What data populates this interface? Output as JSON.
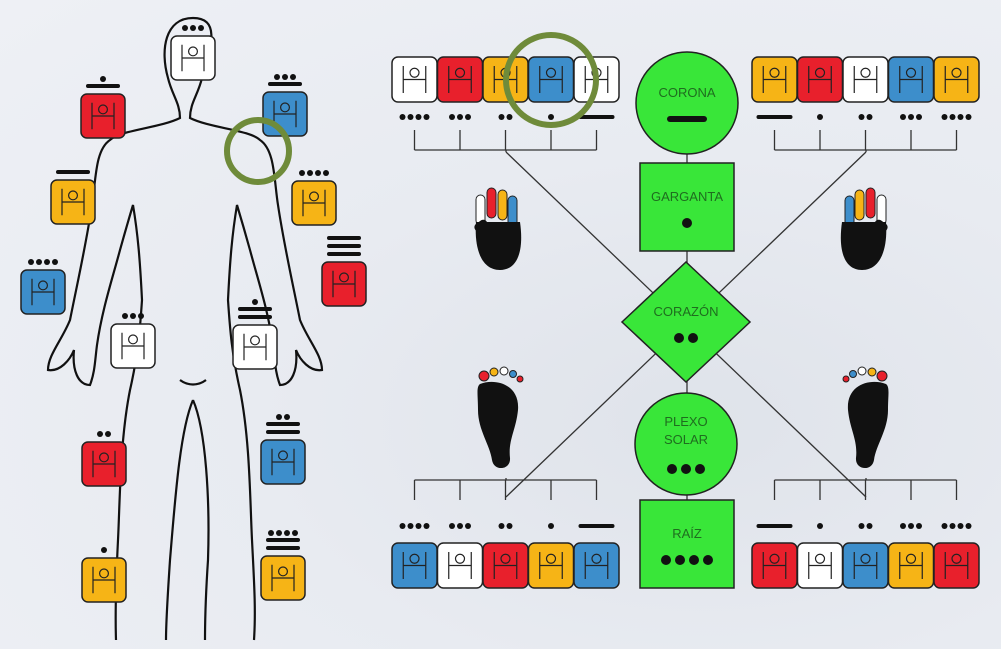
{
  "colors": {
    "red": "#e8202c",
    "yellow": "#f6b416",
    "blue": "#3d8ecb",
    "white": "#ffffff",
    "green": "#39e639",
    "highlight": "#6f8b3a"
  },
  "centers": [
    {
      "id": "corona",
      "label": "CORONA",
      "number": 5,
      "shape": "circle"
    },
    {
      "id": "garganta",
      "label": "GARGANTA",
      "number": 1,
      "shape": "square"
    },
    {
      "id": "corazon",
      "label": "CORAZÓN",
      "number": 2,
      "shape": "diamond"
    },
    {
      "id": "plexo",
      "label": [
        "PLEXO",
        "SOLAR"
      ],
      "number": 3,
      "shape": "circle"
    },
    {
      "id": "raiz",
      "label": "RAÍZ",
      "number": 4,
      "shape": "square"
    }
  ],
  "rows": {
    "top_left": {
      "colors": [
        "white",
        "red",
        "yellow",
        "blue",
        "white"
      ],
      "numbers": [
        4,
        3,
        2,
        1,
        5
      ]
    },
    "top_right": {
      "colors": [
        "yellow",
        "red",
        "white",
        "blue",
        "yellow"
      ],
      "numbers": [
        5,
        1,
        2,
        3,
        4
      ]
    },
    "bottom_left": {
      "colors": [
        "blue",
        "white",
        "red",
        "yellow",
        "blue"
      ],
      "numbers": [
        4,
        3,
        2,
        1,
        5
      ]
    },
    "bottom_right": {
      "colors": [
        "red",
        "white",
        "blue",
        "yellow",
        "red"
      ],
      "numbers": [
        5,
        1,
        2,
        3,
        4
      ]
    }
  },
  "body_glyphs": [
    {
      "part": "head",
      "color": "white",
      "number": 3
    },
    {
      "part": "right-shoulder",
      "color": "red",
      "number": 6
    },
    {
      "part": "left-shoulder",
      "color": "blue",
      "number": 8
    },
    {
      "part": "right-upper-arm",
      "color": "yellow",
      "number": 5
    },
    {
      "part": "left-upper-arm",
      "color": "yellow",
      "number": 4
    },
    {
      "part": "right-hand",
      "color": "blue",
      "number": 4
    },
    {
      "part": "left-hand",
      "color": "red",
      "number": 15
    },
    {
      "part": "right-hip",
      "color": "white",
      "number": 3
    },
    {
      "part": "left-hip",
      "color": "white",
      "number": 11
    },
    {
      "part": "right-knee",
      "color": "red",
      "number": 2
    },
    {
      "part": "left-knee",
      "color": "blue",
      "number": 12
    },
    {
      "part": "right-foot",
      "color": "yellow",
      "number": 1
    },
    {
      "part": "left-foot",
      "color": "yellow",
      "number": 14
    }
  ]
}
